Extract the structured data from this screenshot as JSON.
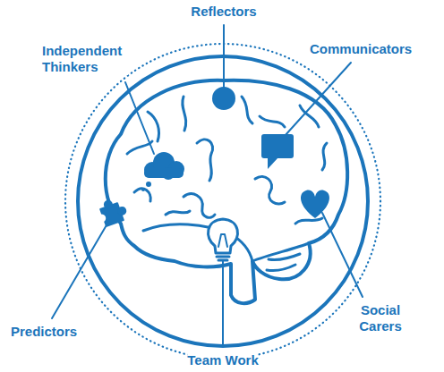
{
  "diagram": {
    "labels": [
      "Reflectors",
      "Independent Thinkers",
      "Communicators",
      "Social Carers",
      "Predictors",
      "Team Work"
    ]
  }
}
